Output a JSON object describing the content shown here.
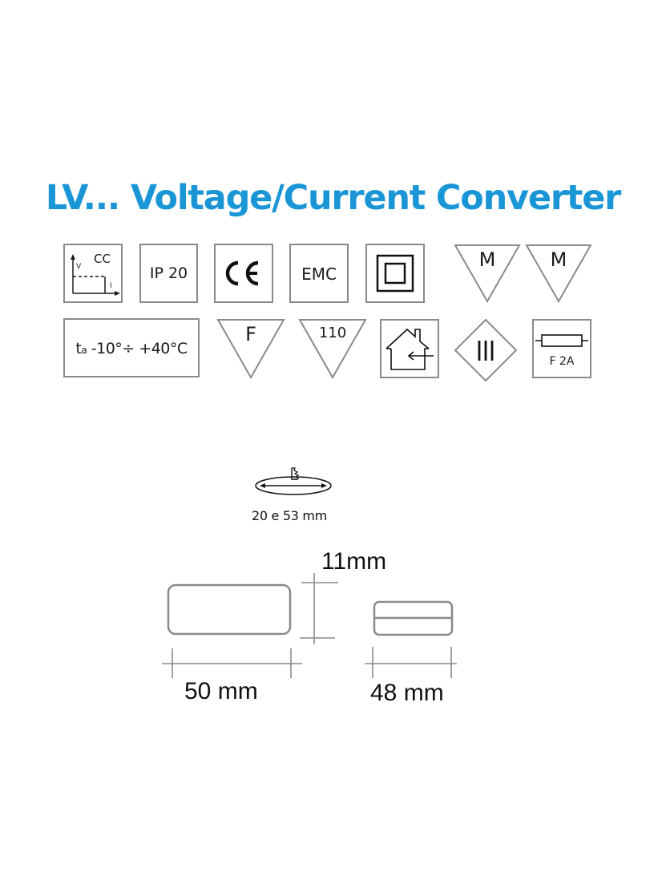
{
  "title": "LV... Voltage/Current Converter",
  "colors": {
    "title": "#1a96d6",
    "icon_border": "#8a8a8a",
    "icon_glyph": "#1a1a1a"
  },
  "symbols": {
    "row1": [
      {
        "id": "cc",
        "icon": "constant-current-graph-icon",
        "text": "CC",
        "axis_v": "V",
        "axis_i": "I"
      },
      {
        "id": "ip",
        "icon": "ip-rating-icon",
        "text": "IP 20"
      },
      {
        "id": "ce",
        "icon": "ce-mark-icon",
        "text": "CE"
      },
      {
        "id": "emc",
        "icon": "emc-icon",
        "text": "EMC"
      },
      {
        "id": "class2",
        "icon": "double-insulation-icon",
        "text": ""
      },
      {
        "id": "m1",
        "icon": "m-triangle-icon",
        "text": "M"
      },
      {
        "id": "m2",
        "icon": "m-triangle-icon",
        "text": "M"
      }
    ],
    "row2": [
      {
        "id": "ta",
        "icon": "ambient-temperature-icon",
        "prefix": "t",
        "sub": "a",
        "text": "-10°÷ +40°C"
      },
      {
        "id": "f",
        "icon": "f-triangle-icon",
        "text": "F"
      },
      {
        "id": "t110",
        "icon": "temperature-110-triangle-icon",
        "text": "110"
      },
      {
        "id": "indoor",
        "icon": "indoor-use-house-icon",
        "text": ""
      },
      {
        "id": "class3",
        "icon": "class-iii-diamond-icon",
        "text": "III"
      },
      {
        "id": "fuse",
        "icon": "fuse-icon",
        "text": "F 2A"
      }
    ]
  },
  "cutout": {
    "icon": "ceiling-cutout-icon",
    "label": "20 e 53 mm"
  },
  "dimensions": {
    "height": "11mm",
    "length": "50 mm",
    "width": "48 mm"
  }
}
